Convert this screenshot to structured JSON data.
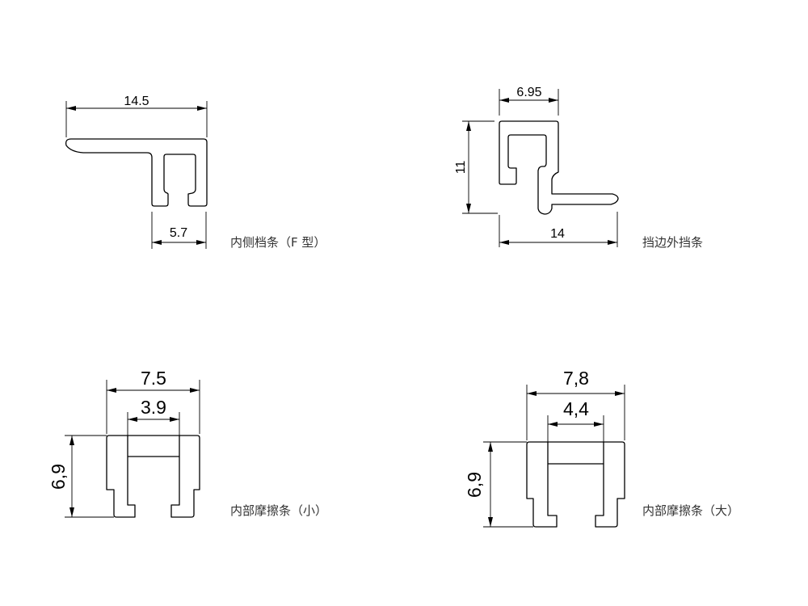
{
  "drawings": [
    {
      "label": "内侧档条（F 型）",
      "dims": {
        "width": "14.5",
        "slot": "5.7"
      }
    },
    {
      "label": "挡边外挡条",
      "dims": {
        "top": "6.95",
        "height": "11",
        "width": "14"
      }
    },
    {
      "label": "内部摩擦条（小）",
      "dims": {
        "outer": "7.5",
        "inner": "3.9",
        "height": "6,9"
      }
    },
    {
      "label": "内部摩擦条（大）",
      "dims": {
        "outer": "7,8",
        "inner": "4,4",
        "height": "6,9"
      }
    }
  ]
}
